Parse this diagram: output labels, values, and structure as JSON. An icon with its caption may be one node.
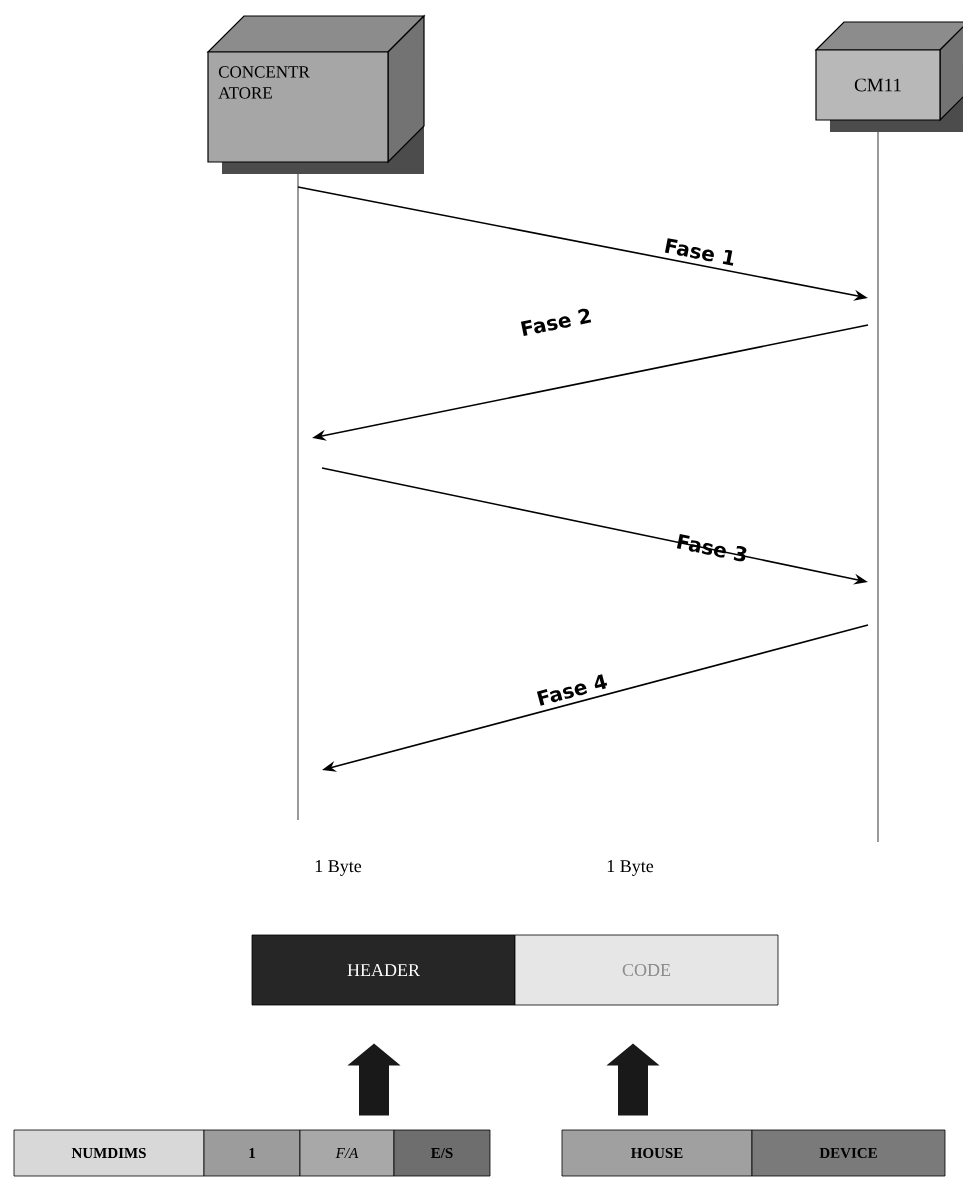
{
  "diagram": {
    "nodes": [
      {
        "text": [
          "CONCENTR ATORE"
        ]
      },
      {
        "text": [
          "CM11"
        ]
      },
      {
        "text": [
          "HEADER"
        ],
        "beside": [
          "1 Byte"
        ]
      },
      {
        "text": [
          "CODE"
        ],
        "beside": [
          "1 Byte"
        ]
      },
      {
        "text": [
          "NUMDIMS"
        ]
      },
      {
        "text": [
          "1"
        ]
      },
      {
        "text": [
          "*F/A*"
        ]
      },
      {
        "text": [
          "E/S"
        ]
      },
      {
        "text": [
          "HOUSE"
        ]
      },
      {
        "text": [
          "DEVICE"
        ]
      }
    ],
    "edges": [
      {
        "from": 0,
        "to": 1,
        "arrow": "to",
        "label": "Fase 1"
      },
      {
        "from": 1,
        "to": 0,
        "arrow": "to",
        "label": "Fase 2"
      },
      {
        "from": 0,
        "to": 1,
        "arrow": "to",
        "label": "Fase 3"
      },
      {
        "from": 1,
        "to": 0,
        "arrow": "to",
        "label": "Fase 4"
      },
      {
        "from": 6,
        "to": 2,
        "arrow": "to",
        "style": "thick"
      },
      {
        "from": 8,
        "to": 3,
        "arrow": "to",
        "style": "thick"
      }
    ]
  }
}
